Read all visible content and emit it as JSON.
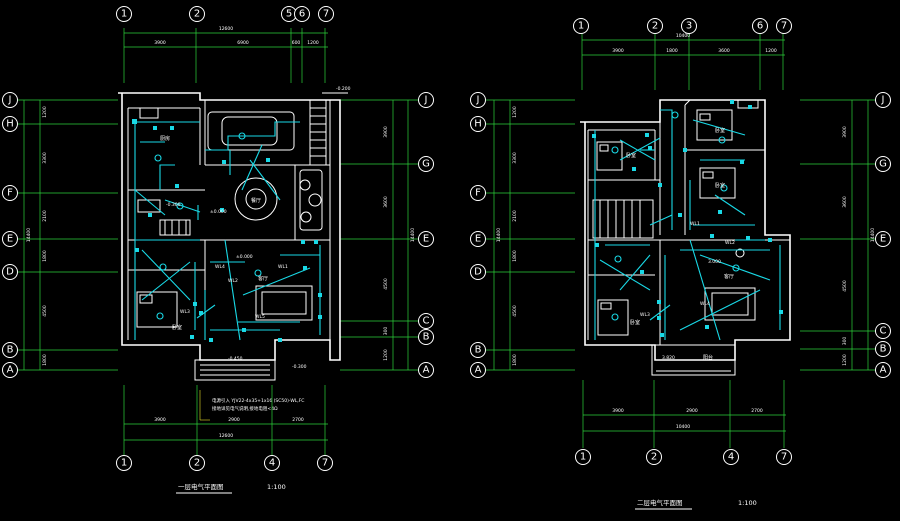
{
  "plans": [
    {
      "id": "first-floor",
      "title": "一层电气平面图",
      "scale": "1:100",
      "top_axes": [
        "1",
        "2",
        "5",
        "6",
        "7"
      ],
      "top_dims": [
        "3900",
        "6900",
        "600",
        "1200"
      ],
      "top_total": "12600",
      "bottom_axes": [
        "1",
        "2",
        "4",
        "7"
      ],
      "bottom_dims": [
        "3900",
        "2900",
        "2700"
      ],
      "bottom_total": "12600",
      "left_axes": [
        "J",
        "H",
        "F",
        "E",
        "D",
        "B",
        "A"
      ],
      "right_axes": [
        "J",
        "G",
        "E",
        "C",
        "B",
        "A"
      ],
      "left_dims": [
        "1200",
        "3300",
        "2100",
        "1800",
        "4500",
        "1800"
      ],
      "left_total": "14400",
      "right_dims": [
        "3900",
        "3600",
        "4500",
        "300",
        "1200"
      ],
      "right_total": "14400",
      "rooms": [
        "厨房",
        "餐厅",
        "客厅",
        "卧室"
      ],
      "levels": [
        "-0.300",
        "±0.000",
        "-0.450",
        "-0.300",
        "±0.000"
      ],
      "labels": [
        "WL1",
        "WL2",
        "WL3",
        "WL4",
        "WL5"
      ],
      "note_1": "电源引入 YJV22-4x35+1x16 (SC50)-WL,FC",
      "note_2": "接地详见电气说明,接地电阻<4Ω",
      "elevation_tag": "-0.200"
    },
    {
      "id": "second-floor",
      "title": "二层电气平面图",
      "scale": "1:100",
      "top_axes": [
        "1",
        "2",
        "3",
        "6",
        "7"
      ],
      "top_dims": [
        "3900",
        "1800",
        "3600",
        "1200"
      ],
      "top_total": "10400",
      "bottom_axes": [
        "1",
        "2",
        "4",
        "7"
      ],
      "bottom_dims": [
        "3900",
        "2900",
        "2700"
      ],
      "bottom_total": "10400",
      "left_axes": [
        "J",
        "H",
        "F",
        "E",
        "D",
        "B",
        "A"
      ],
      "right_axes": [
        "J",
        "G",
        "E",
        "C",
        "B",
        "A"
      ],
      "left_dims": [
        "1200",
        "3300",
        "2100",
        "1800",
        "4500",
        "1800"
      ],
      "left_total": "14400",
      "right_dims": [
        "3900",
        "3600",
        "4500",
        "300",
        "1200"
      ],
      "right_total": "14400",
      "rooms": [
        "卧室",
        "卧室",
        "卧室",
        "卧室",
        "客厅",
        "阳台"
      ],
      "levels": [
        "3.000",
        "3.820"
      ],
      "labels": [
        "WL1",
        "WL2",
        "WL3",
        "WL4"
      ]
    }
  ]
}
